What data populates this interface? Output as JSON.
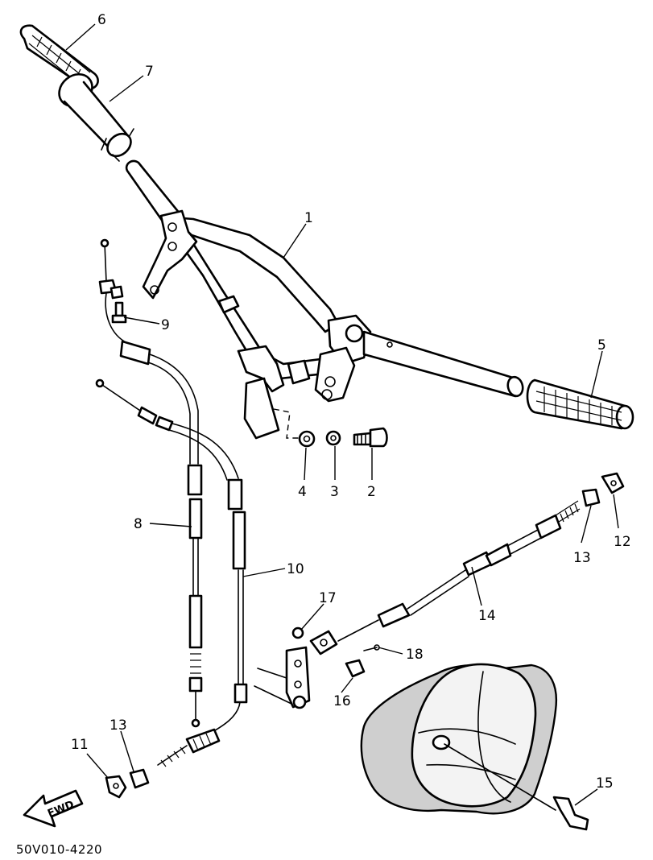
{
  "diagram_code": "50V010-4220",
  "direction_arrow_label": "FWD",
  "callouts": [
    {
      "id": "1",
      "label": "1"
    },
    {
      "id": "2",
      "label": "2"
    },
    {
      "id": "3",
      "label": "3"
    },
    {
      "id": "4",
      "label": "4"
    },
    {
      "id": "5",
      "label": "5"
    },
    {
      "id": "6",
      "label": "6"
    },
    {
      "id": "7",
      "label": "7"
    },
    {
      "id": "8",
      "label": "8"
    },
    {
      "id": "9",
      "label": "9"
    },
    {
      "id": "10",
      "label": "10"
    },
    {
      "id": "11",
      "label": "11"
    },
    {
      "id": "12",
      "label": "12"
    },
    {
      "id": "13a",
      "label": "13"
    },
    {
      "id": "13b",
      "label": "13"
    },
    {
      "id": "14",
      "label": "14"
    },
    {
      "id": "15",
      "label": "15"
    },
    {
      "id": "16",
      "label": "16"
    },
    {
      "id": "17",
      "label": "17"
    },
    {
      "id": "18",
      "label": "18"
    }
  ]
}
